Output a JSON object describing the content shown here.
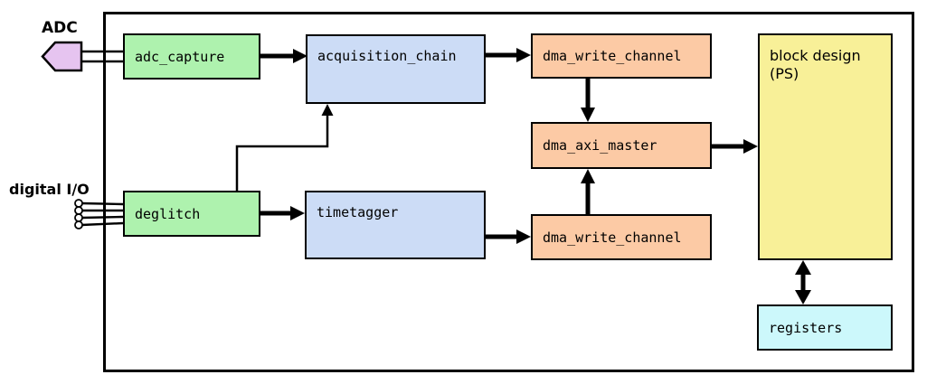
{
  "labels": {
    "adc": "ADC",
    "digital_io": "digital I/O"
  },
  "blocks": {
    "adc_capture": {
      "label": "adc_capture"
    },
    "acquisition_chain": {
      "label": "acquisition_chain"
    },
    "dma_write_channel_top": {
      "label": "dma_write_channel"
    },
    "block_design": {
      "label": "block design",
      "label2": "(PS)"
    },
    "dma_axi_master": {
      "label": "dma_axi_master"
    },
    "deglitch": {
      "label": "deglitch"
    },
    "timetagger": {
      "label": "timetagger"
    },
    "dma_write_channel_bottom": {
      "label": "dma_write_channel"
    },
    "registers": {
      "label": "registers"
    }
  },
  "colors": {
    "green": "#aef2ae",
    "blue": "#ccdcf6",
    "salmon": "#fccaa5",
    "yellow": "#f8f098",
    "cyan": "#ccf8fb",
    "plum": "#e6c4f0",
    "line": "#000000",
    "background": "#ffffff"
  },
  "connections": [
    {
      "from": "ADC connector",
      "to": "adc_capture",
      "type": "bus-double-line"
    },
    {
      "from": "digital I/O pins",
      "to": "deglitch",
      "type": "four-wires"
    },
    {
      "from": "adc_capture",
      "to": "acquisition_chain",
      "type": "arrow"
    },
    {
      "from": "acquisition_chain",
      "to": "dma_write_channel (top)",
      "type": "arrow"
    },
    {
      "from": "dma_write_channel (top)",
      "to": "dma_axi_master",
      "type": "arrow"
    },
    {
      "from": "dma_axi_master",
      "to": "block design (PS)",
      "type": "arrow"
    },
    {
      "from": "deglitch",
      "to": "acquisition_chain",
      "type": "thin-arrow"
    },
    {
      "from": "deglitch",
      "to": "timetagger",
      "type": "arrow"
    },
    {
      "from": "timetagger",
      "to": "dma_write_channel (bottom)",
      "type": "arrow"
    },
    {
      "from": "dma_write_channel (bottom)",
      "to": "dma_axi_master",
      "type": "arrow"
    },
    {
      "from": "block design (PS)",
      "to": "registers",
      "type": "bidirectional-arrow"
    }
  ]
}
